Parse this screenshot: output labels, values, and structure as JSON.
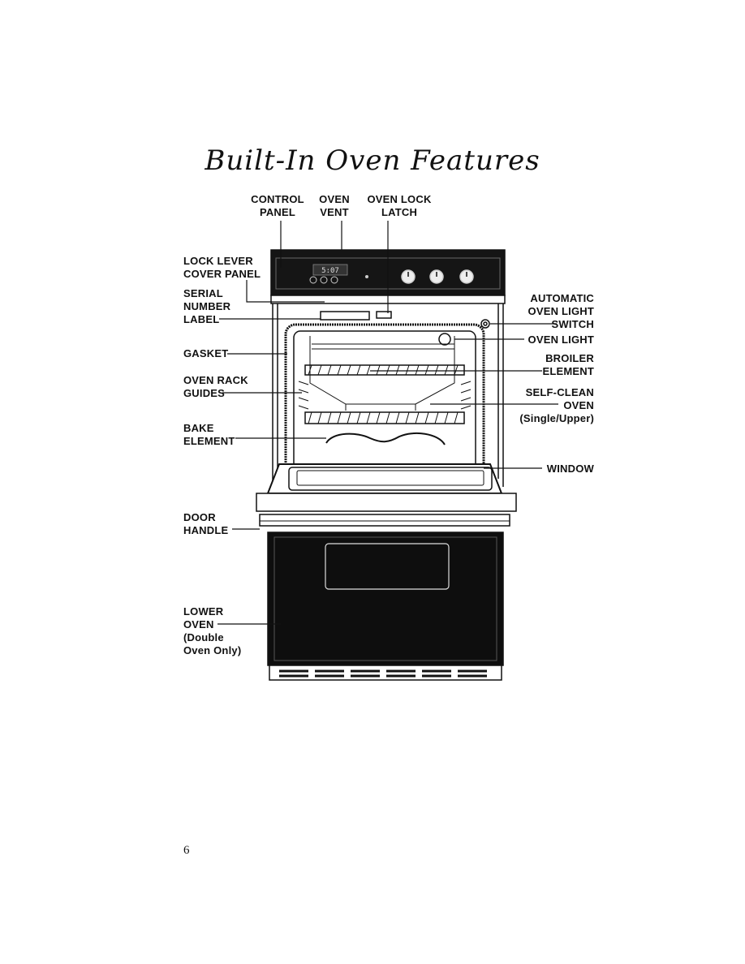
{
  "title": "Built-In Oven Features",
  "labels": {
    "control_panel": [
      "CONTROL",
      "PANEL"
    ],
    "oven_vent": [
      "OVEN",
      "VENT"
    ],
    "oven_lock_latch": [
      "OVEN LOCK",
      "LATCH"
    ],
    "lock_lever_cover_panel": [
      "LOCK LEVER",
      "COVER PANEL"
    ],
    "serial_number_label": [
      "SERIAL",
      "NUMBER",
      "LABEL"
    ],
    "gasket": [
      "GASKET"
    ],
    "oven_rack_guides": [
      "OVEN RACK",
      "GUIDES"
    ],
    "bake_element": [
      "BAKE",
      "ELEMENT"
    ],
    "door_handle": [
      "DOOR",
      "HANDLE"
    ],
    "lower_oven": [
      "LOWER",
      "OVEN",
      "(Double",
      "Oven Only)"
    ],
    "automatic_oven_light_switch": [
      "AUTOMATIC",
      "OVEN LIGHT",
      "SWITCH"
    ],
    "oven_light": [
      "OVEN LIGHT"
    ],
    "broiler_element": [
      "BROILER",
      "ELEMENT"
    ],
    "self_clean_oven": [
      "SELF-CLEAN",
      "OVEN",
      "(Single/Upper)"
    ],
    "window": [
      "WINDOW"
    ]
  },
  "control_display": "5:07",
  "page_number": "6"
}
